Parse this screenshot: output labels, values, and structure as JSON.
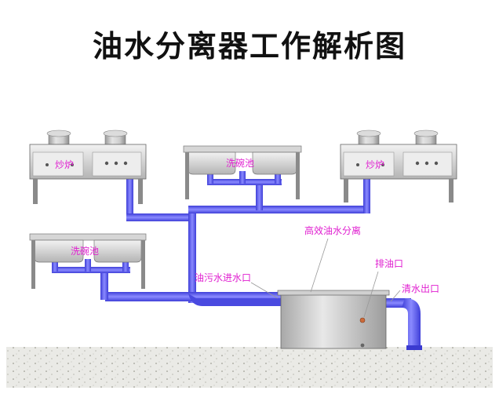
{
  "title": "油水分离器工作解析图",
  "equipment": {
    "stove_left": "炒炉",
    "stove_right": "炒炉",
    "sink_top": "洗碗池",
    "sink_bottom": "洗碗池"
  },
  "labels": {
    "separator": "高效油水分离",
    "inlet": "油污水进水口",
    "oil_outlet": "排油口",
    "water_outlet": "清水出口"
  },
  "colors": {
    "pipe": "#5b5bf0",
    "label": "#e01fd0",
    "ground": "#e7e7e2"
  }
}
